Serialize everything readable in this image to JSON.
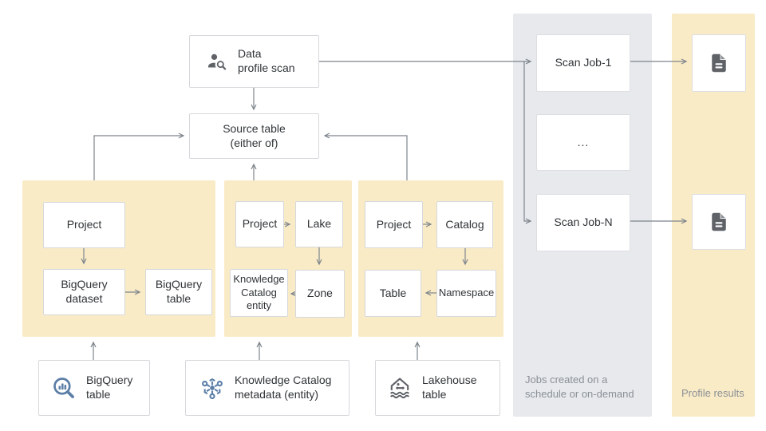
{
  "colors": {
    "panel_yellow": "#faebc7",
    "panel_gray": "#e7e9ed",
    "node_border": "#d6d8db",
    "arrow": "#7d858c",
    "text_dark": "#303437",
    "text_muted": "#8a9096",
    "icon_blue": "#5b7ea7",
    "icon_gray": "#5f6368"
  },
  "icons": {
    "scan": "person-search-icon",
    "bigquery": "bigquery-lens-icon",
    "knowledge_catalog": "hex-network-icon",
    "lakehouse": "house-waves-icon",
    "result": "document-icon"
  },
  "scan_node": {
    "line1": "Data",
    "line2": "profile scan"
  },
  "source_node": {
    "line1": "Source table",
    "line2": "(either of)"
  },
  "bigquery_panel": {
    "project": "Project",
    "dataset_line1": "BigQuery",
    "dataset_line2": "dataset",
    "table_line1": "BigQuery",
    "table_line2": "table"
  },
  "dataplex_panel": {
    "project": "Project",
    "lake": "Lake",
    "zone": "Zone",
    "entity_line1": "Knowledge",
    "entity_line2": "Catalog",
    "entity_line3": "entity"
  },
  "catalog_panel": {
    "project": "Project",
    "catalog": "Catalog",
    "namespace": "Namespace",
    "table": "Table"
  },
  "sources": {
    "bigquery": {
      "line1": "BigQuery",
      "line2": "table"
    },
    "knowledge_catalog": {
      "line1": "Knowledge Catalog",
      "line2": "metadata (entity)"
    },
    "lakehouse": {
      "line1": "Lakehouse",
      "line2": "table"
    }
  },
  "jobs": {
    "job1": "Scan Job-1",
    "dots": "...",
    "jobN": "Scan Job-N",
    "caption_line1": "Jobs created on a",
    "caption_line2": "schedule or on-demand"
  },
  "results": {
    "caption": "Profile results"
  }
}
